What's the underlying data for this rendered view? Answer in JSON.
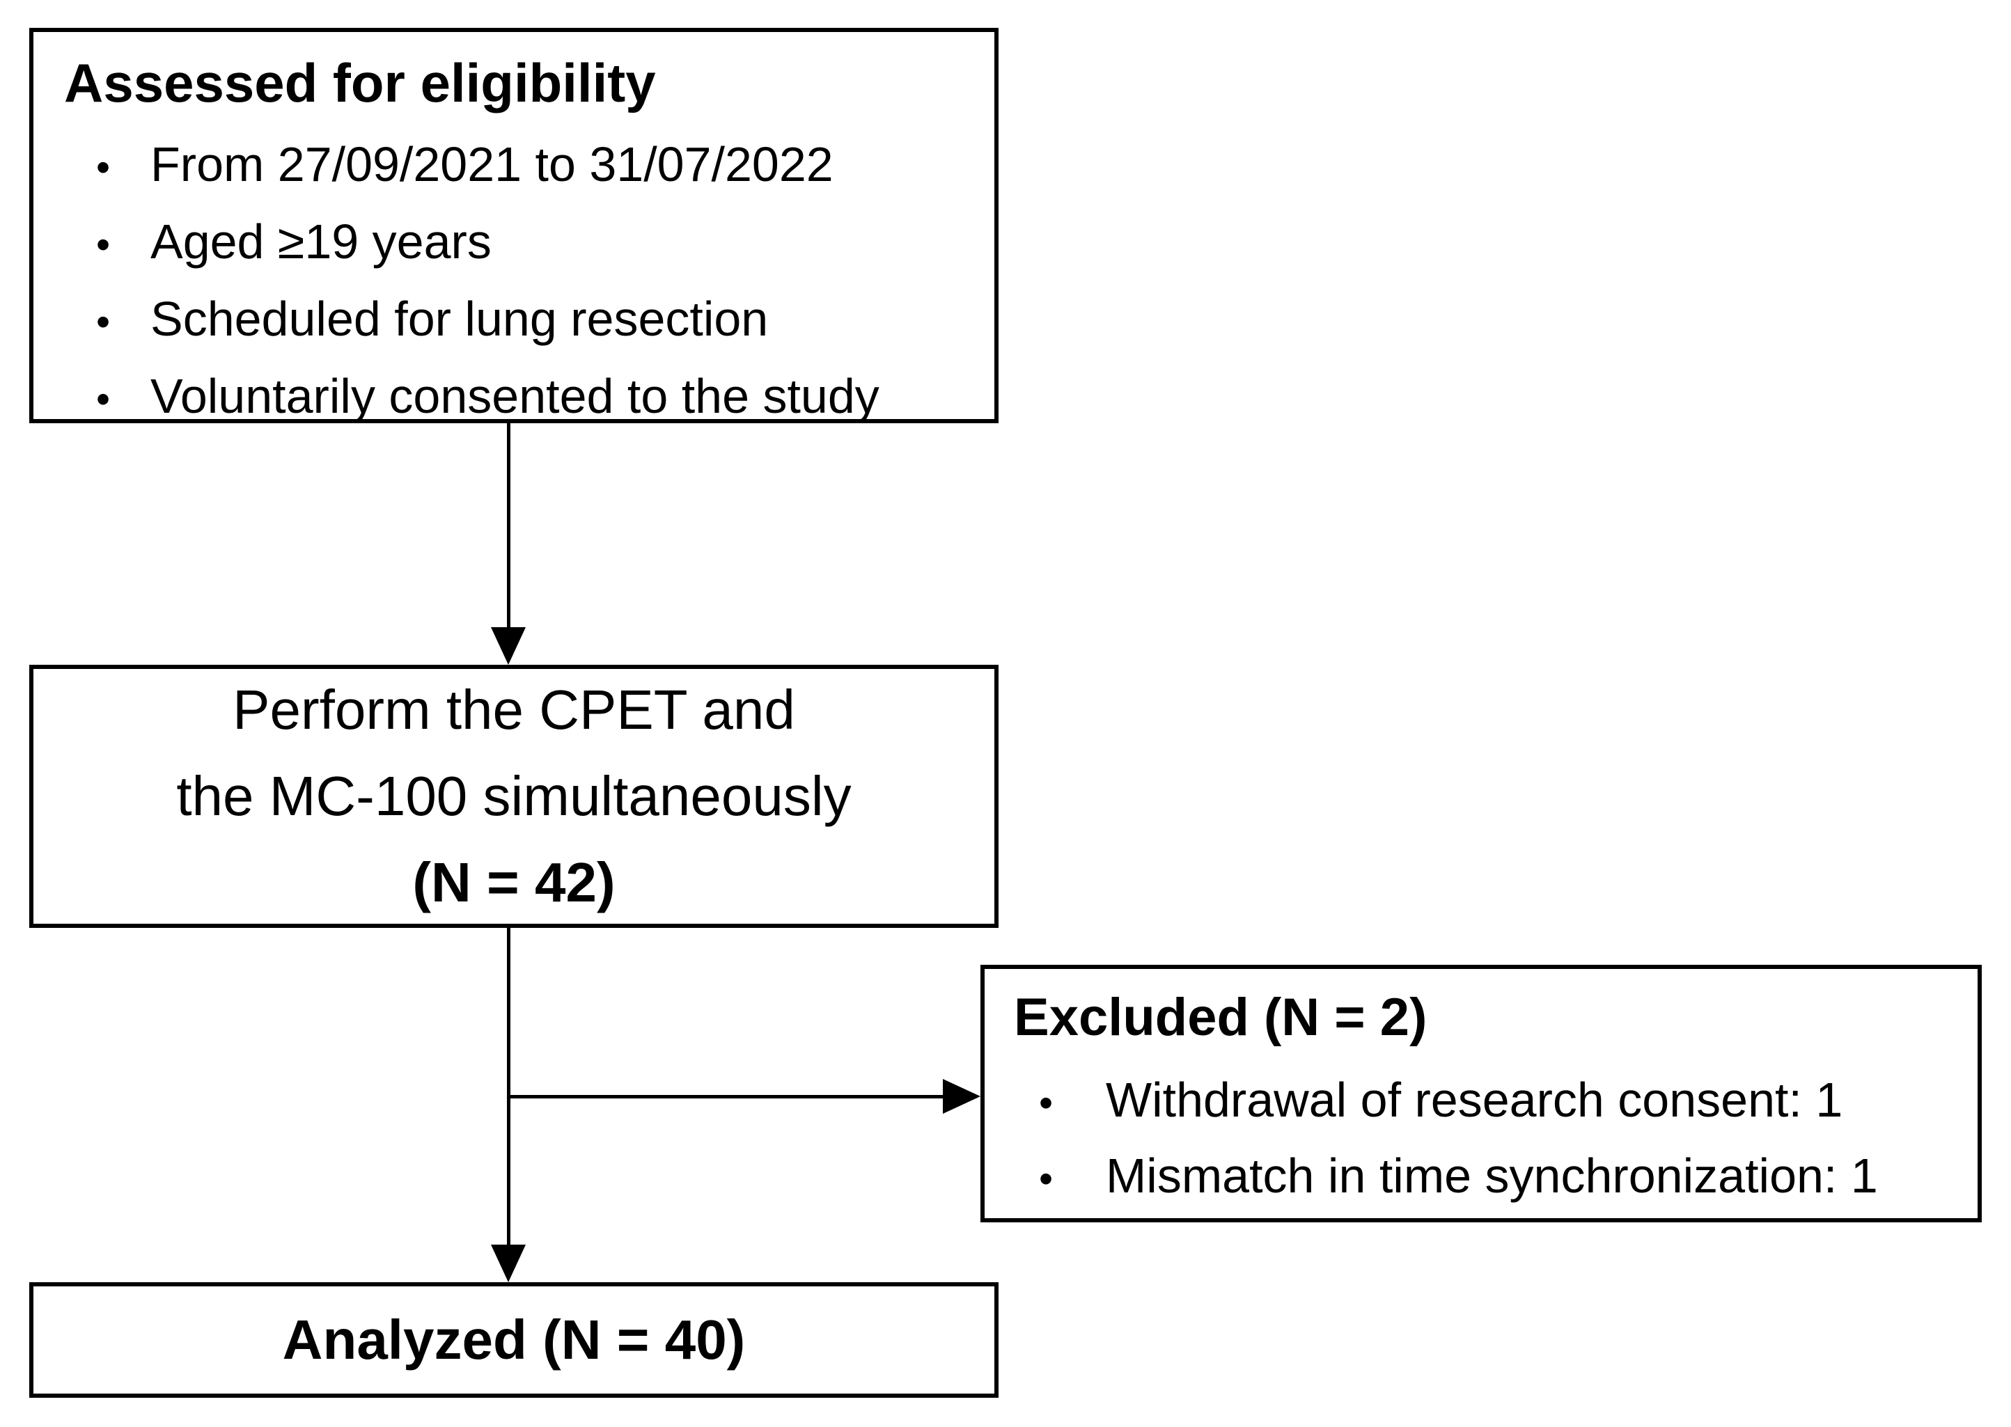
{
  "glyphs": {
    "bullet": "•"
  },
  "colors": {
    "border": "#000000",
    "text": "#000000",
    "background": "#ffffff",
    "arrow": "#000000"
  },
  "boxes": {
    "eligibility": {
      "title": "Assessed for eligibility",
      "bullets": [
        "From 27/09/2021 to 31/07/2022",
        "Aged ≥19 years",
        "Scheduled for lung resection",
        "Voluntarily consented to the study"
      ]
    },
    "perform": {
      "line1": "Perform the CPET and",
      "line2": "the MC-100 simultaneously",
      "n_label": "(N = 42)"
    },
    "excluded": {
      "title": "Excluded (N = 2)",
      "bullets": [
        "Withdrawal of research consent: 1",
        "Mismatch in time synchronization: 1"
      ]
    },
    "analyzed": {
      "title": "Analyzed (N = 40)"
    }
  }
}
